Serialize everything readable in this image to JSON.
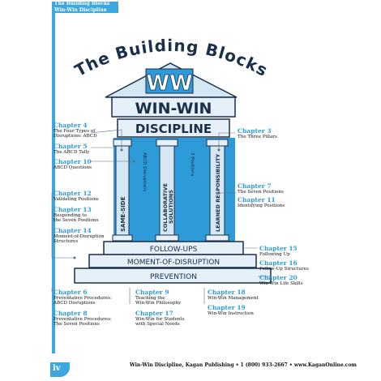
{
  "header": {
    "title": "The Building Blocks",
    "subtitle": "Win-Win Discipline"
  },
  "diagram": {
    "arch_title": "The Building Blocks",
    "logo_letters": "WW",
    "banner": "WIN-WIN",
    "beam": "DISCIPLINE",
    "pillar_labels": [
      "ABCD Disruptions",
      "3 Positions"
    ],
    "pillars": [
      "SAME-SIDE",
      "COLLABORATIVE SOLUTIONS",
      "LEARNED RESPONSIBILITY"
    ],
    "steps": [
      "FOLLOW-UPS",
      "MOMENT-OF-DISRUPTION",
      "PREVENTION"
    ]
  },
  "chapters": {
    "c4": {
      "num": "Chapter 4",
      "desc": [
        "The Four Types of",
        "Disruptions: ABCD"
      ]
    },
    "c5": {
      "num": "Chapter 5",
      "desc": [
        "The ABCD Tally"
      ]
    },
    "c10": {
      "num": "Chapter 10",
      "desc": [
        "ABCD Questions"
      ]
    },
    "c3": {
      "num": "Chapter 3",
      "desc": [
        "The Three Pillars"
      ]
    },
    "c12": {
      "num": "Chapter 12",
      "desc": [
        "Validating Positions"
      ]
    },
    "c13": {
      "num": "Chapter 13",
      "desc": [
        "Responding to",
        "the Seven Positions"
      ]
    },
    "c14": {
      "num": "Chapter 14",
      "desc": [
        "Moment-of-Disruption",
        "Structures"
      ]
    },
    "c7": {
      "num": "Chapter 7",
      "desc": [
        "The Seven Positions"
      ]
    },
    "c11": {
      "num": "Chapter 11",
      "desc": [
        "Identifying Positions"
      ]
    },
    "c15": {
      "num": "Chapter 15",
      "desc": [
        "Following Up"
      ]
    },
    "c16": {
      "num": "Chapter 16",
      "desc": [
        "Follow-Up Structures"
      ]
    },
    "c20": {
      "num": "Chapter 20",
      "desc": [
        "Win-Win Life Skills"
      ]
    },
    "c6": {
      "num": "Chapter 6",
      "desc": [
        "Preventative Procedures:",
        "ABCD Disruptions"
      ]
    },
    "c8": {
      "num": "Chapter 8",
      "desc": [
        "Preventative Procedures:",
        "The Seven Positions"
      ]
    },
    "c9": {
      "num": "Chapter 9",
      "desc": [
        "Teaching the",
        "Win-Win Philosophy"
      ]
    },
    "c17": {
      "num": "Chapter 17",
      "desc": [
        "Win-Win for Students",
        "with Special Needs"
      ]
    },
    "c18": {
      "num": "Chapter 18",
      "desc": [
        "Win-Win Management"
      ]
    },
    "c19": {
      "num": "Chapter 19",
      "desc": [
        "Win-Win Instruction"
      ]
    }
  },
  "footer": {
    "page_number": "iv",
    "text": "Win-Win Discipline, Kagan Publishing • 1 (800) 933-2667 • www.KaganOnline.com"
  },
  "colors": {
    "accent": "#3ca8e0",
    "pillar": "#d6e7f4",
    "outline": "#1a2f4a",
    "chapter": "#2d9bd8"
  }
}
